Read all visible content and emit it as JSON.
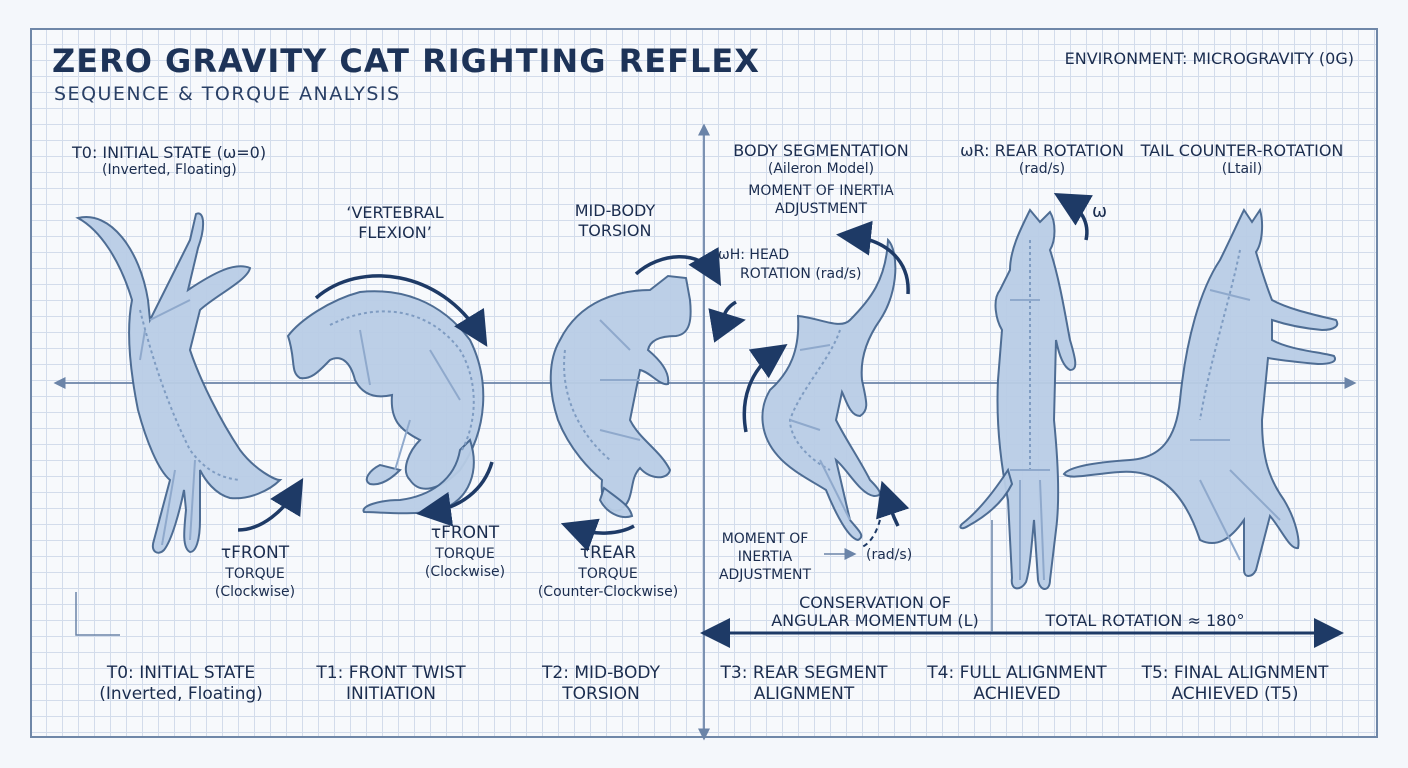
{
  "title": "ZERO GRAVITY CAT RIGHTING REFLEX",
  "subtitle": "SEQUENCE & TORQUE ANALYSIS",
  "environment": "ENVIRONMENT: MICROGRAVITY (0G)",
  "top_labels": {
    "t0_state": "T0: INITIAL STATE (ω=0)",
    "t0_state_sub": "(Inverted, Floating)",
    "vertebral": "‘VERTEBRAL",
    "vertebral_2": "FLEXION’",
    "midbody": "MID-BODY",
    "midbody_2": "TORSION",
    "segmentation": "BODY SEGMENTATION",
    "segmentation_sub": "(Aileron Model)",
    "moi": "MOMENT OF INERTIA",
    "moi_2": "ADJUSTMENT",
    "rear_rot": "ωR: REAR ROTATION",
    "rear_rot_sub": "(rad/s)",
    "tail_rot": "TAIL COUNTER-ROTATION",
    "tail_rot_sub": "(Ltail)",
    "head_rot": "ωH: HEAD",
    "head_rot_2": "ROTATION (rad/s)",
    "omega": "ω"
  },
  "torques": {
    "front1": "τFRONT",
    "front1_torque": "TORQUE",
    "front1_dir": "(Clockwise)",
    "front2": "τFRONT",
    "front2_torque": "TORQUE",
    "front2_dir": "(Clockwise)",
    "rear": "τREAR",
    "rear_torque": "TORQUE",
    "rear_dir": "(Counter-Clockwise)"
  },
  "moi_bottom": "MOMENT OF",
  "moi_bottom_2": "INERTIA",
  "moi_bottom_3": "ADJUSTMENT",
  "rads": "(rad/s)",
  "conservation": "CONSERVATION OF",
  "conservation_2": "ANGULAR MOMENTUM (L)",
  "total_rotation": "TOTAL ROTATION ≈ 180°",
  "stages": [
    {
      "line1": "T0: INITIAL STATE",
      "line2": "(Inverted, Floating)"
    },
    {
      "line1": "T1: FRONT TWIST",
      "line2": "INITIATION"
    },
    {
      "line1": "T2: MID-BODY",
      "line2": "TORSION"
    },
    {
      "line1": "T3: REAR SEGMENT",
      "line2": "ALIGNMENT"
    },
    {
      "line1": "T4: FULL ALIGNMENT",
      "line2": "ACHIEVED"
    },
    {
      "line1": "T5: FINAL ALIGNMENT",
      "line2": "ACHIEVED (T5)"
    }
  ],
  "colors": {
    "ink": "#1b2d4f",
    "cat_fill": "#b9cde6",
    "grid": "#d3dceb"
  }
}
